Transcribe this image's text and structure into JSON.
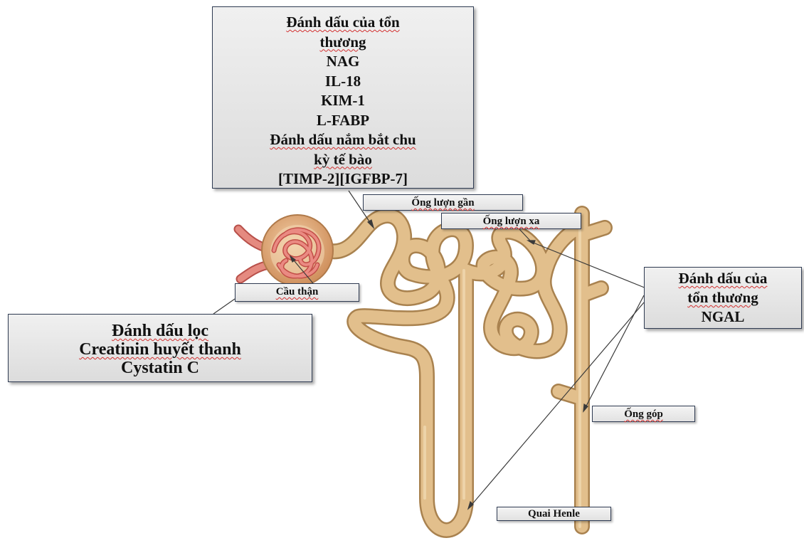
{
  "injury_markers_box": {
    "lines": [
      "Đánh dấu của tổn",
      "thương",
      "NAG",
      "IL-18",
      "KIM-1",
      "L-FABP",
      "Đánh dấu nắm bắt chu",
      "kỳ tế bào",
      "[TIMP-2][IGFBP-7]"
    ]
  },
  "filtration_markers_box": {
    "lines": [
      "Đánh dấu lọc",
      "Creatinin huyết thanh",
      "Cystatin C"
    ]
  },
  "distal_injury_box": {
    "lines": [
      "Đánh dấu của",
      "tổn thương",
      "NGAL"
    ]
  },
  "labels": {
    "proximal_tubule": "Ống lượn gần",
    "distal_tubule": "Ống lượn xa",
    "glomerulus": "Cầu thận",
    "collecting_duct": "Ống góp",
    "loop_of_henle": "Quai Henle"
  },
  "colors": {
    "tubule_fill": "#e2bf8c",
    "tubule_outline": "#a9824f",
    "capsule": "#d89d6f",
    "capillary": "#d9655e",
    "box_border": "#2f3b52"
  }
}
